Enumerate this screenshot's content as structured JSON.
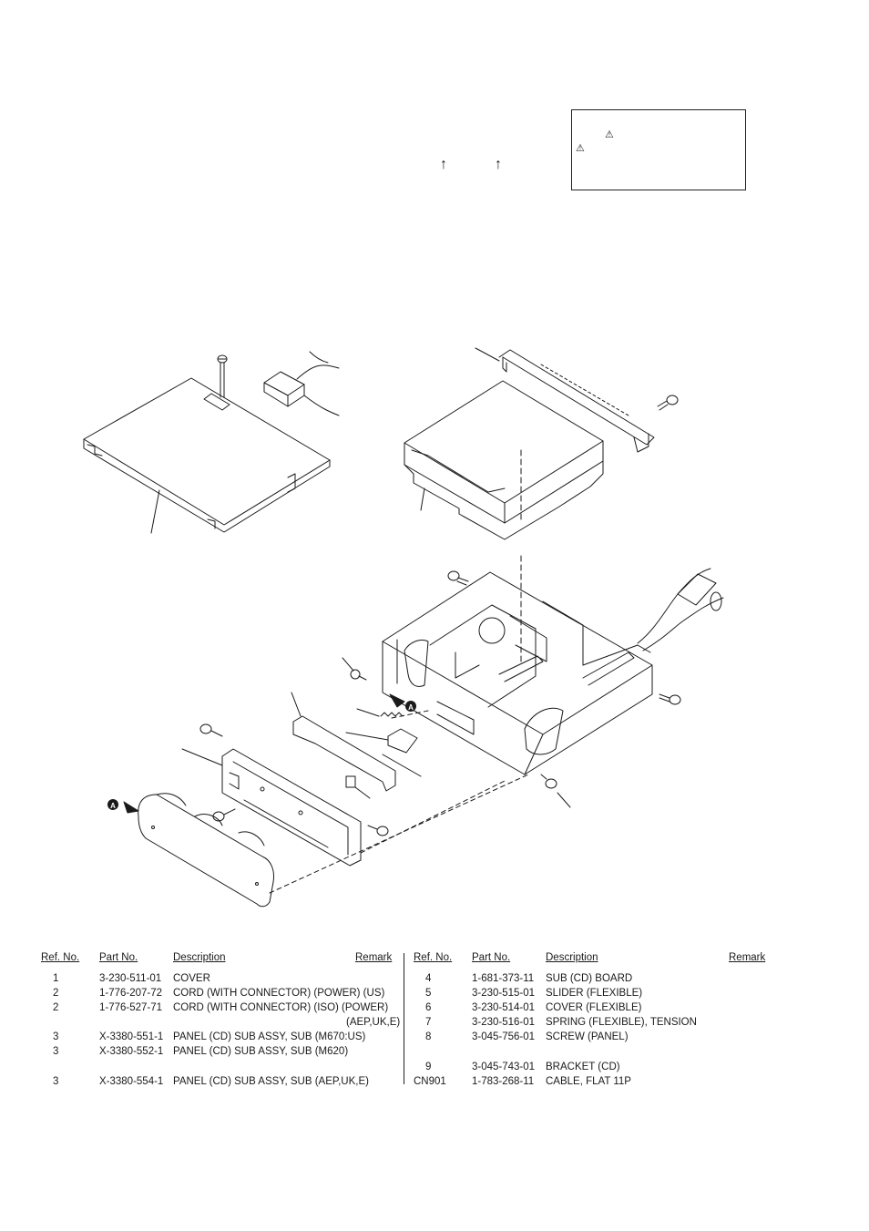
{
  "header": {
    "warning_symbol": "⚠",
    "arrow_symbol": "↑"
  },
  "parts_table": {
    "columns": {
      "ref_no": "Ref. No.",
      "part_no": "Part No.",
      "description": "Description",
      "remark": "Remark"
    },
    "left_rows": [
      {
        "ref": "1",
        "part": "3-230-511-01",
        "desc": "COVER"
      },
      {
        "ref": "2",
        "part": "1-776-207-72",
        "desc": "CORD (WITH CONNECTOR) (POWER) (US)"
      },
      {
        "ref": "2",
        "part": "1-776-527-71",
        "desc": "CORD (WITH CONNECTOR) (ISO) (POWER)"
      },
      {
        "ref": "",
        "part": "",
        "desc": "(AEP,UK,E)"
      },
      {
        "ref": "3",
        "part": "X-3380-551-1",
        "desc": "PANEL (CD) SUB ASSY, SUB (M670:US)"
      },
      {
        "ref": "3",
        "part": "X-3380-552-1",
        "desc": "PANEL (CD) SUB ASSY, SUB (M620)"
      },
      {
        "ref": "",
        "part": "",
        "desc": ""
      },
      {
        "ref": "3",
        "part": "X-3380-554-1",
        "desc": "PANEL (CD) SUB ASSY, SUB (AEP,UK,E)"
      }
    ],
    "right_rows": [
      {
        "ref": "4",
        "part": "1-681-373-11",
        "desc": "SUB (CD) BOARD"
      },
      {
        "ref": "5",
        "part": "3-230-515-01",
        "desc": "SLIDER (FLEXIBLE)"
      },
      {
        "ref": "6",
        "part": "3-230-514-01",
        "desc": "COVER (FLEXIBLE)"
      },
      {
        "ref": "7",
        "part": "3-230-516-01",
        "desc": "SPRING (FLEXIBLE), TENSION"
      },
      {
        "ref": "8",
        "part": "3-045-756-01",
        "desc": "SCREW (PANEL)"
      },
      {
        "ref": "",
        "part": "",
        "desc": ""
      },
      {
        "ref": "9",
        "part": "3-045-743-01",
        "desc": "BRACKET (CD)"
      },
      {
        "ref": "CN901",
        "part": "1-783-268-11",
        "desc": "CABLE, FLAT 11P"
      }
    ]
  },
  "diagram": {
    "marker_label": "A"
  }
}
